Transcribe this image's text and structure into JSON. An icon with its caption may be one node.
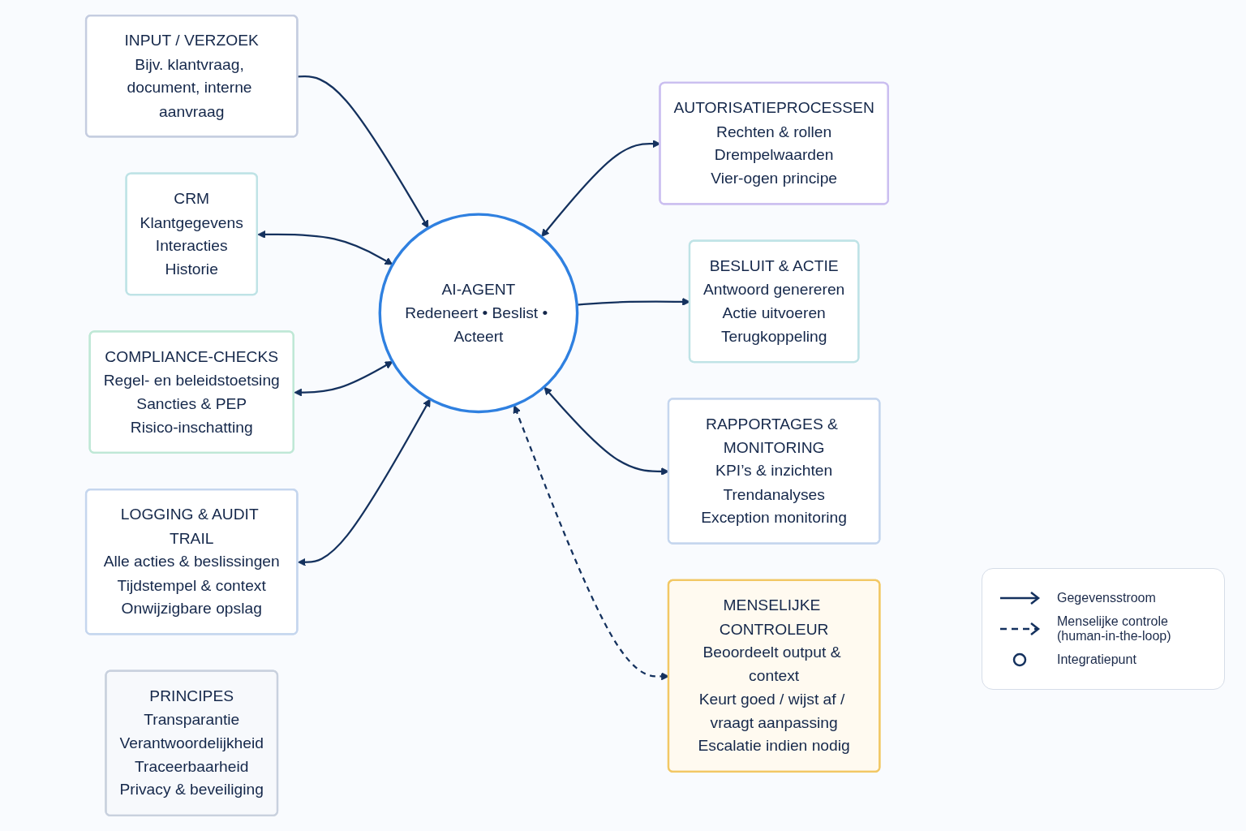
{
  "diagram": {
    "nodes": [
      {
        "text": [
          "INPUT / VERZOEK",
          "Bijv. klantvraag, document, interne aanvraag"
        ]
      },
      {
        "text": [
          "CRM",
          "Klantgegevens",
          "Interacties",
          "Historie"
        ]
      },
      {
        "text": [
          "AUTORISATIEPROCESSEN",
          "Rechten & rollen",
          "Drempelwaarden",
          "Vier-ogen principe"
        ]
      },
      {
        "text": [
          "COMPLIANCE-CHECKS",
          "Regel- en beleidstoetsing",
          "Sancties & PEP",
          "Risico-inschatting"
        ]
      },
      {
        "text": [
          "AI-AGENT",
          "Redeneert • Beslist • Acteert"
        ]
      },
      {
        "text": [
          "BESLUIT & ACTIE",
          "Antwoord genereren",
          "Actie uitvoeren",
          "Terugkoppeling"
        ]
      },
      {
        "text": [
          "LOGGING & AUDIT TRAIL",
          "Alle acties & beslissingen",
          "Tijdstempel & context",
          "Onwijzigbare opslag"
        ]
      },
      {
        "text": [
          "RAPPORTAGES & MONITORING",
          "KPI’s & inzichten",
          "Trendanalyses",
          "Exception monitoring"
        ]
      },
      {
        "text": [
          "MENSELIJKE CONTROLEUR",
          "Beoordeelt output & context",
          "Keurt goed / wijst af / vraagt aanpassing",
          "Escalatie indien nodig"
        ]
      },
      {
        "text": [
          "PRINCIPES",
          "Transparantie",
          "Verantwoordelijkheid",
          "Traceerbaarheid",
          "Privacy & beveiliging"
        ]
      }
    ],
    "edges": [
      {
        "from": 0,
        "to": 4,
        "arrow": "to"
      },
      {
        "from": 1,
        "to": 4,
        "arrow": "both"
      },
      {
        "from": 4,
        "to": 2,
        "arrow": "both"
      },
      {
        "from": 3,
        "to": 4,
        "arrow": "both"
      },
      {
        "from": 4,
        "to": 5,
        "arrow": "to"
      },
      {
        "from": 6,
        "to": 4,
        "arrow": "both"
      },
      {
        "from": 4,
        "to": 7,
        "arrow": "both"
      },
      {
        "from": 4,
        "to": 8,
        "arrow": "both",
        "style": "dashed"
      }
    ],
    "legend": [
      {
        "text": "Gegevensstroom"
      },
      {
        "text": "Menselijke controle (human-in-the-loop)"
      },
      {
        "text": "Integratiepunt"
      }
    ]
  }
}
